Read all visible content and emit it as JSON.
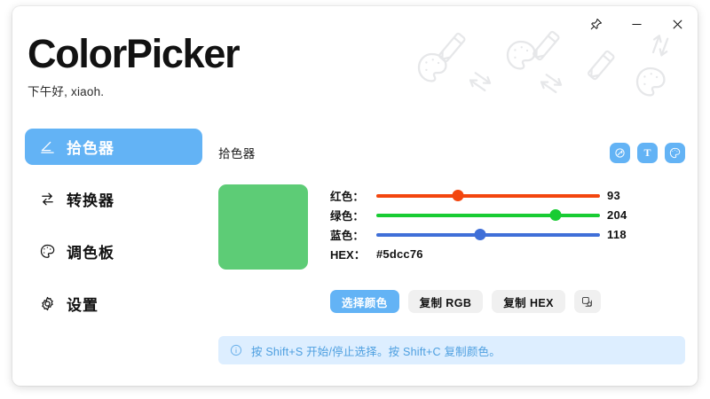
{
  "window": {
    "controls": [
      {
        "name": "pin-icon",
        "label": "Pin"
      },
      {
        "name": "minimize-icon",
        "label": "Minimize"
      },
      {
        "name": "close-icon",
        "label": "Close"
      }
    ]
  },
  "header": {
    "title": "ColorPicker",
    "greeting": "下午好, xiaoh."
  },
  "sidebar": {
    "items": [
      {
        "label": "拾色器",
        "icon": "eyedropper-icon",
        "active": true
      },
      {
        "label": "转换器",
        "icon": "swap-arrows-icon",
        "active": false
      },
      {
        "label": "调色板",
        "icon": "palette-icon",
        "active": false
      },
      {
        "label": "设置",
        "icon": "gear-icon",
        "active": false
      }
    ]
  },
  "main": {
    "section_title": "拾色器",
    "round_actions": [
      {
        "name": "eyedropper-round-button",
        "icon": "eyedropper-icon"
      },
      {
        "name": "text-round-button",
        "icon": "text-T-icon",
        "glyph": "T"
      },
      {
        "name": "palette-round-button",
        "icon": "palette-icon"
      }
    ],
    "swatch_color": "#5dcc76",
    "channels": [
      {
        "label": "红色：",
        "value": 93,
        "max": 255,
        "color": "#f3460f",
        "name": "red"
      },
      {
        "label": "绿色：",
        "value": 204,
        "max": 255,
        "color": "#18cc33",
        "name": "green"
      },
      {
        "label": "蓝色：",
        "value": 118,
        "max": 255,
        "color": "#3f6fd8",
        "name": "blue"
      }
    ],
    "hex": {
      "label": "HEX：",
      "value": "#5dcc76"
    },
    "buttons": [
      {
        "label": "选择颜色",
        "name": "pick-color-button",
        "style": "primary"
      },
      {
        "label": "复制 RGB",
        "name": "copy-rgb-button",
        "style": "default"
      },
      {
        "label": "复制 HEX",
        "name": "copy-hex-button",
        "style": "default"
      },
      {
        "label": "",
        "name": "copy-duplicate-button",
        "style": "icon"
      }
    ],
    "hint": {
      "icon": "info-icon",
      "text": "按 Shift+S 开始/停止选择。按 Shift+C 复制颜色。"
    }
  },
  "colors": {
    "accent": "#63b3f5",
    "hint_bg": "#ddeeff",
    "hint_text": "#4d9fe0",
    "button_bg": "#f0f0f0"
  }
}
